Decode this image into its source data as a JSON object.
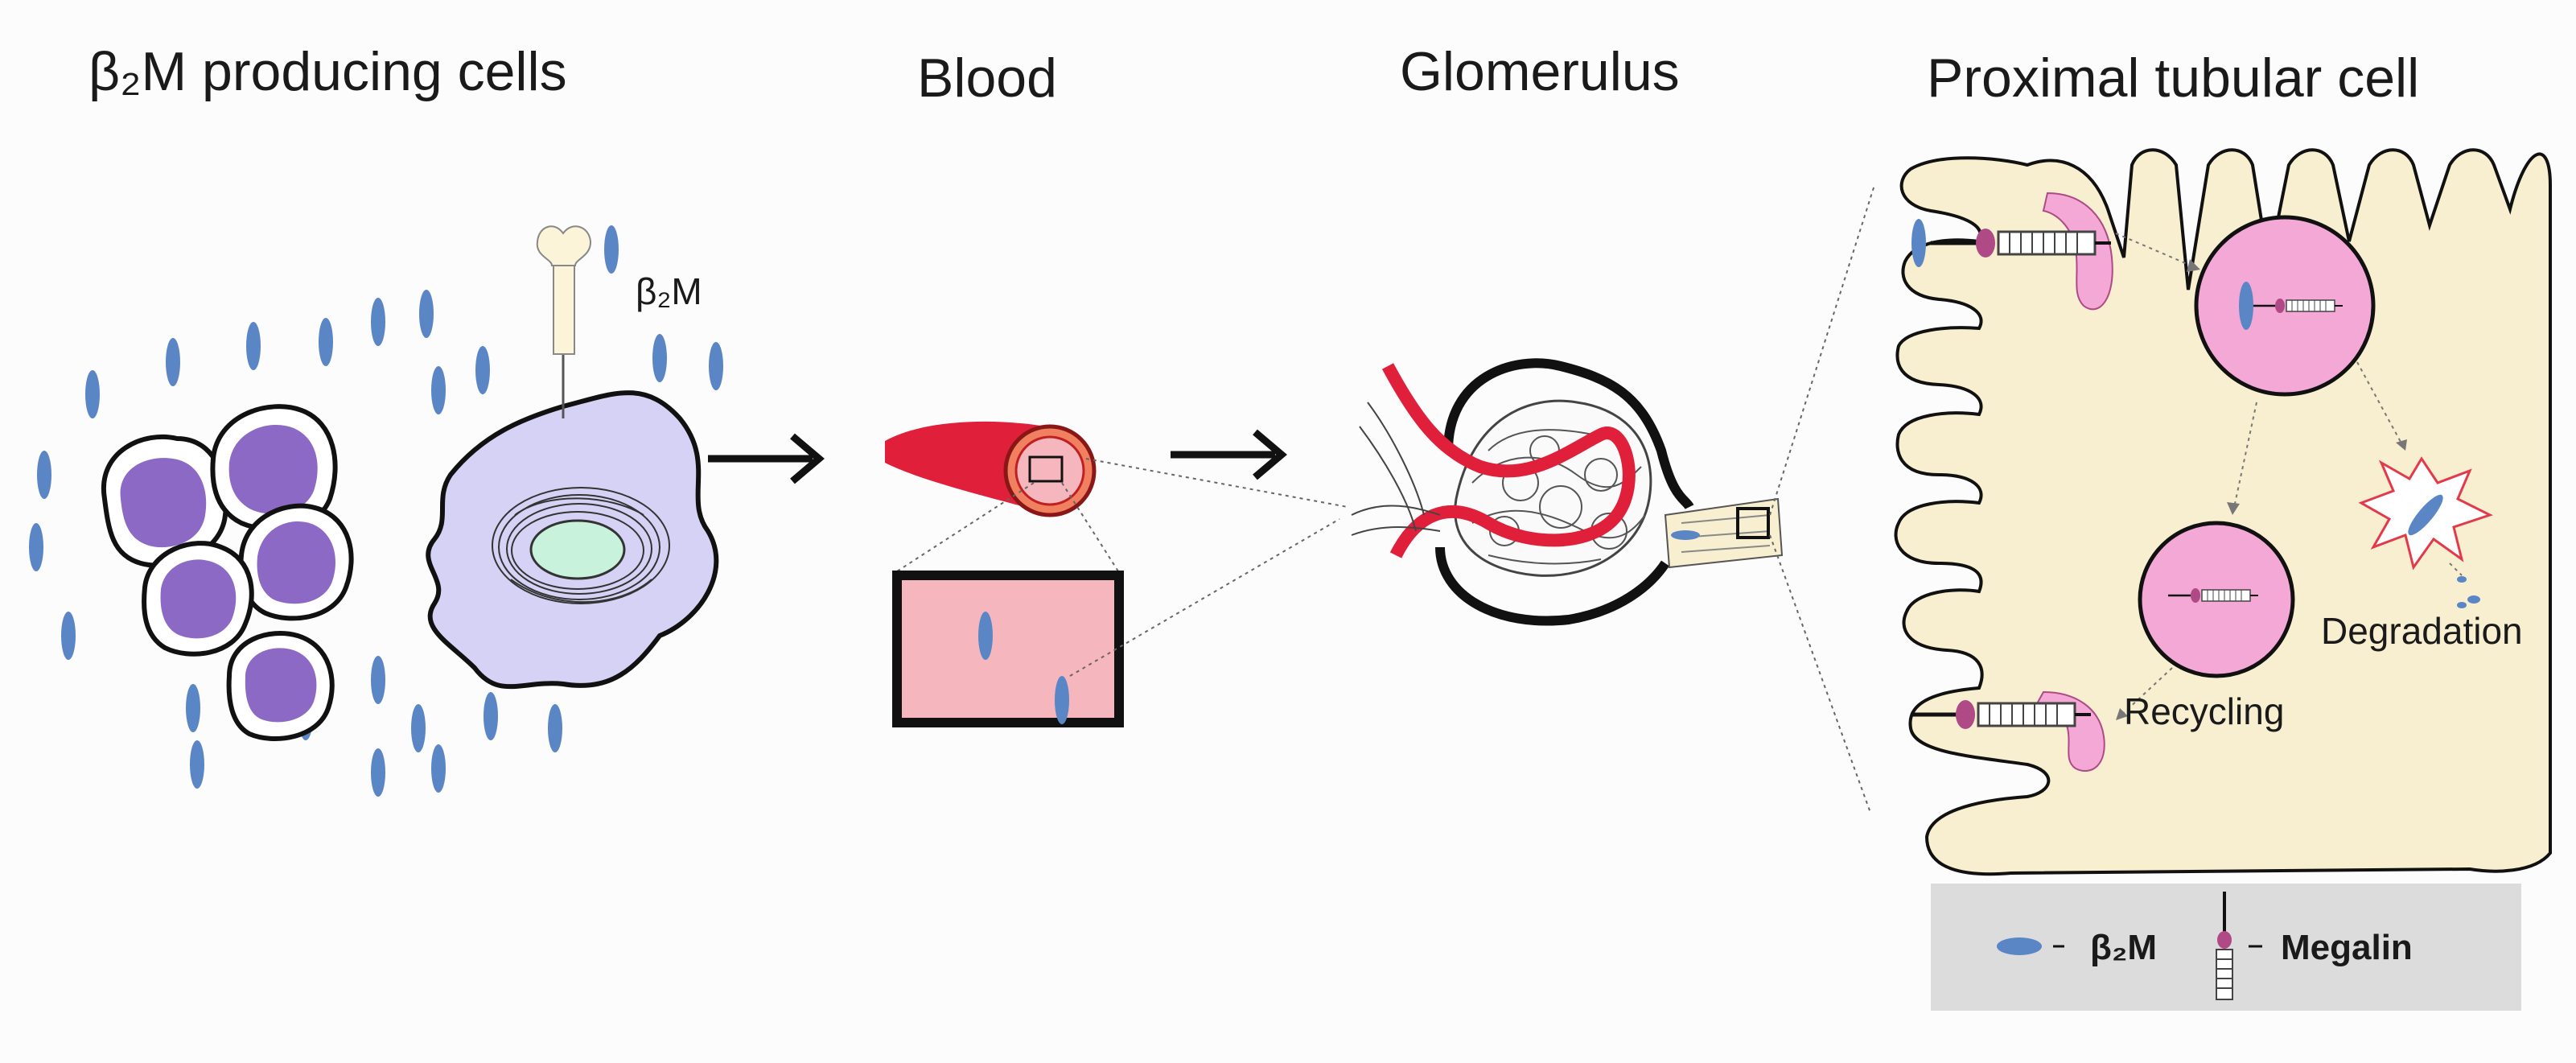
{
  "titles": {
    "producing": "β₂M producing cells",
    "blood": "Blood",
    "glomerulus": "Glomerulus",
    "tubular": "Proximal tubular cell"
  },
  "labels": {
    "b2m_syringe": "β₂M",
    "degradation": "Degradation",
    "recycling": "Recycling"
  },
  "legend": {
    "b2m": "β₂M",
    "megalin": "Megalin"
  },
  "colors": {
    "b2m": "#5b86c5",
    "nucleus": "#8b69c4",
    "macrophage": "#d6d2f5",
    "vessel": "#e0203a",
    "blood_inset": "#f6b6bd",
    "tubular_cell": "#f7efcf",
    "vesicle": "#f3a8d6",
    "megalin_head": "#b04a86",
    "legend_bg": "#dcdcdc"
  },
  "icons": [
    "syringe-icon",
    "arrow-right-icon",
    "b2m-molecule-icon",
    "megalin-receptor-icon",
    "degradation-burst-icon"
  ]
}
